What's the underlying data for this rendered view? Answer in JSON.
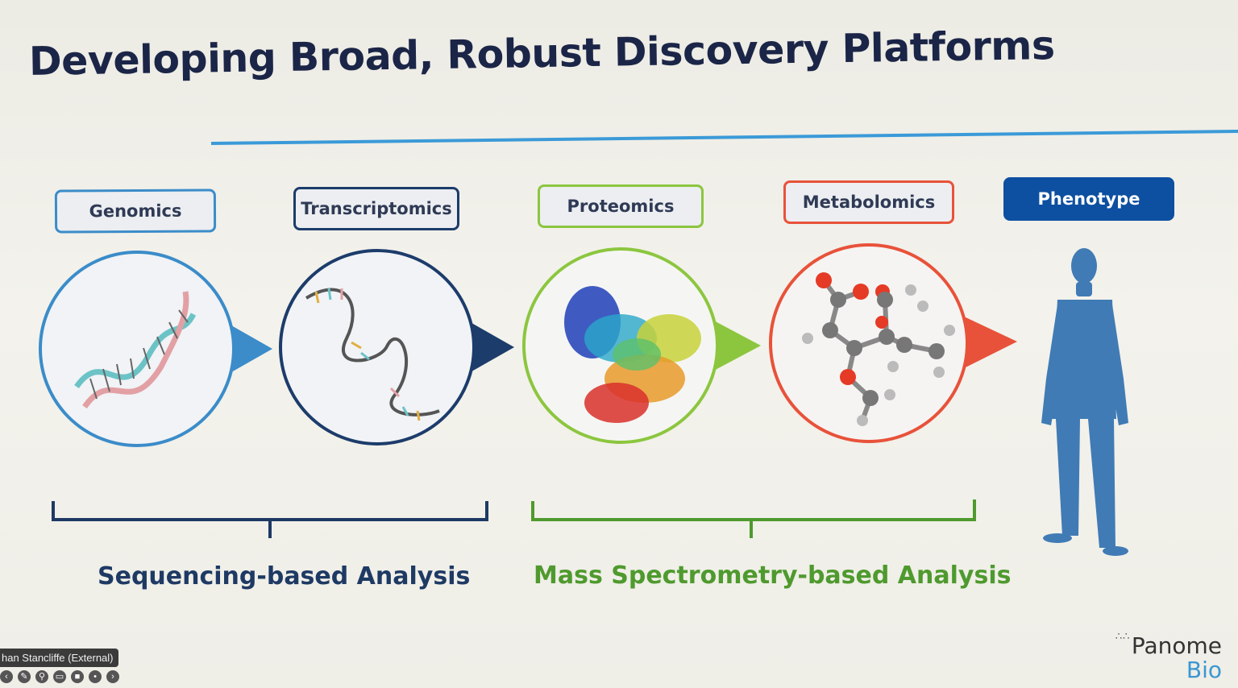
{
  "slide": {
    "title": "Developing Broad, Robust Discovery Platforms"
  },
  "omics": [
    {
      "label": "Genomics",
      "color": "#3b8cc9",
      "icon": "dna-double-helix-icon"
    },
    {
      "label": "Transcriptomics",
      "color": "#1c3c6b",
      "icon": "rna-strand-icon"
    },
    {
      "label": "Proteomics",
      "color": "#8cc63f",
      "icon": "protein-structure-icon"
    },
    {
      "label": "Metabolomics",
      "color": "#e8523a",
      "icon": "molecule-icon"
    },
    {
      "label": "Phenotype",
      "color": "#0d4fa0",
      "icon": "human-figure-icon"
    }
  ],
  "groups": {
    "sequencing": {
      "label": "Sequencing-based Analysis",
      "color": "#1e3a64"
    },
    "mass_spec": {
      "label": "Mass Spectrometry-based Analysis",
      "color": "#4f9a2e"
    }
  },
  "colors": {
    "accent_line": "#3b9ad8",
    "title": "#1b2547"
  },
  "brand": {
    "name": "Panome",
    "sub": "Bio"
  },
  "meeting": {
    "participant_name": "han Stancliffe (External)"
  }
}
